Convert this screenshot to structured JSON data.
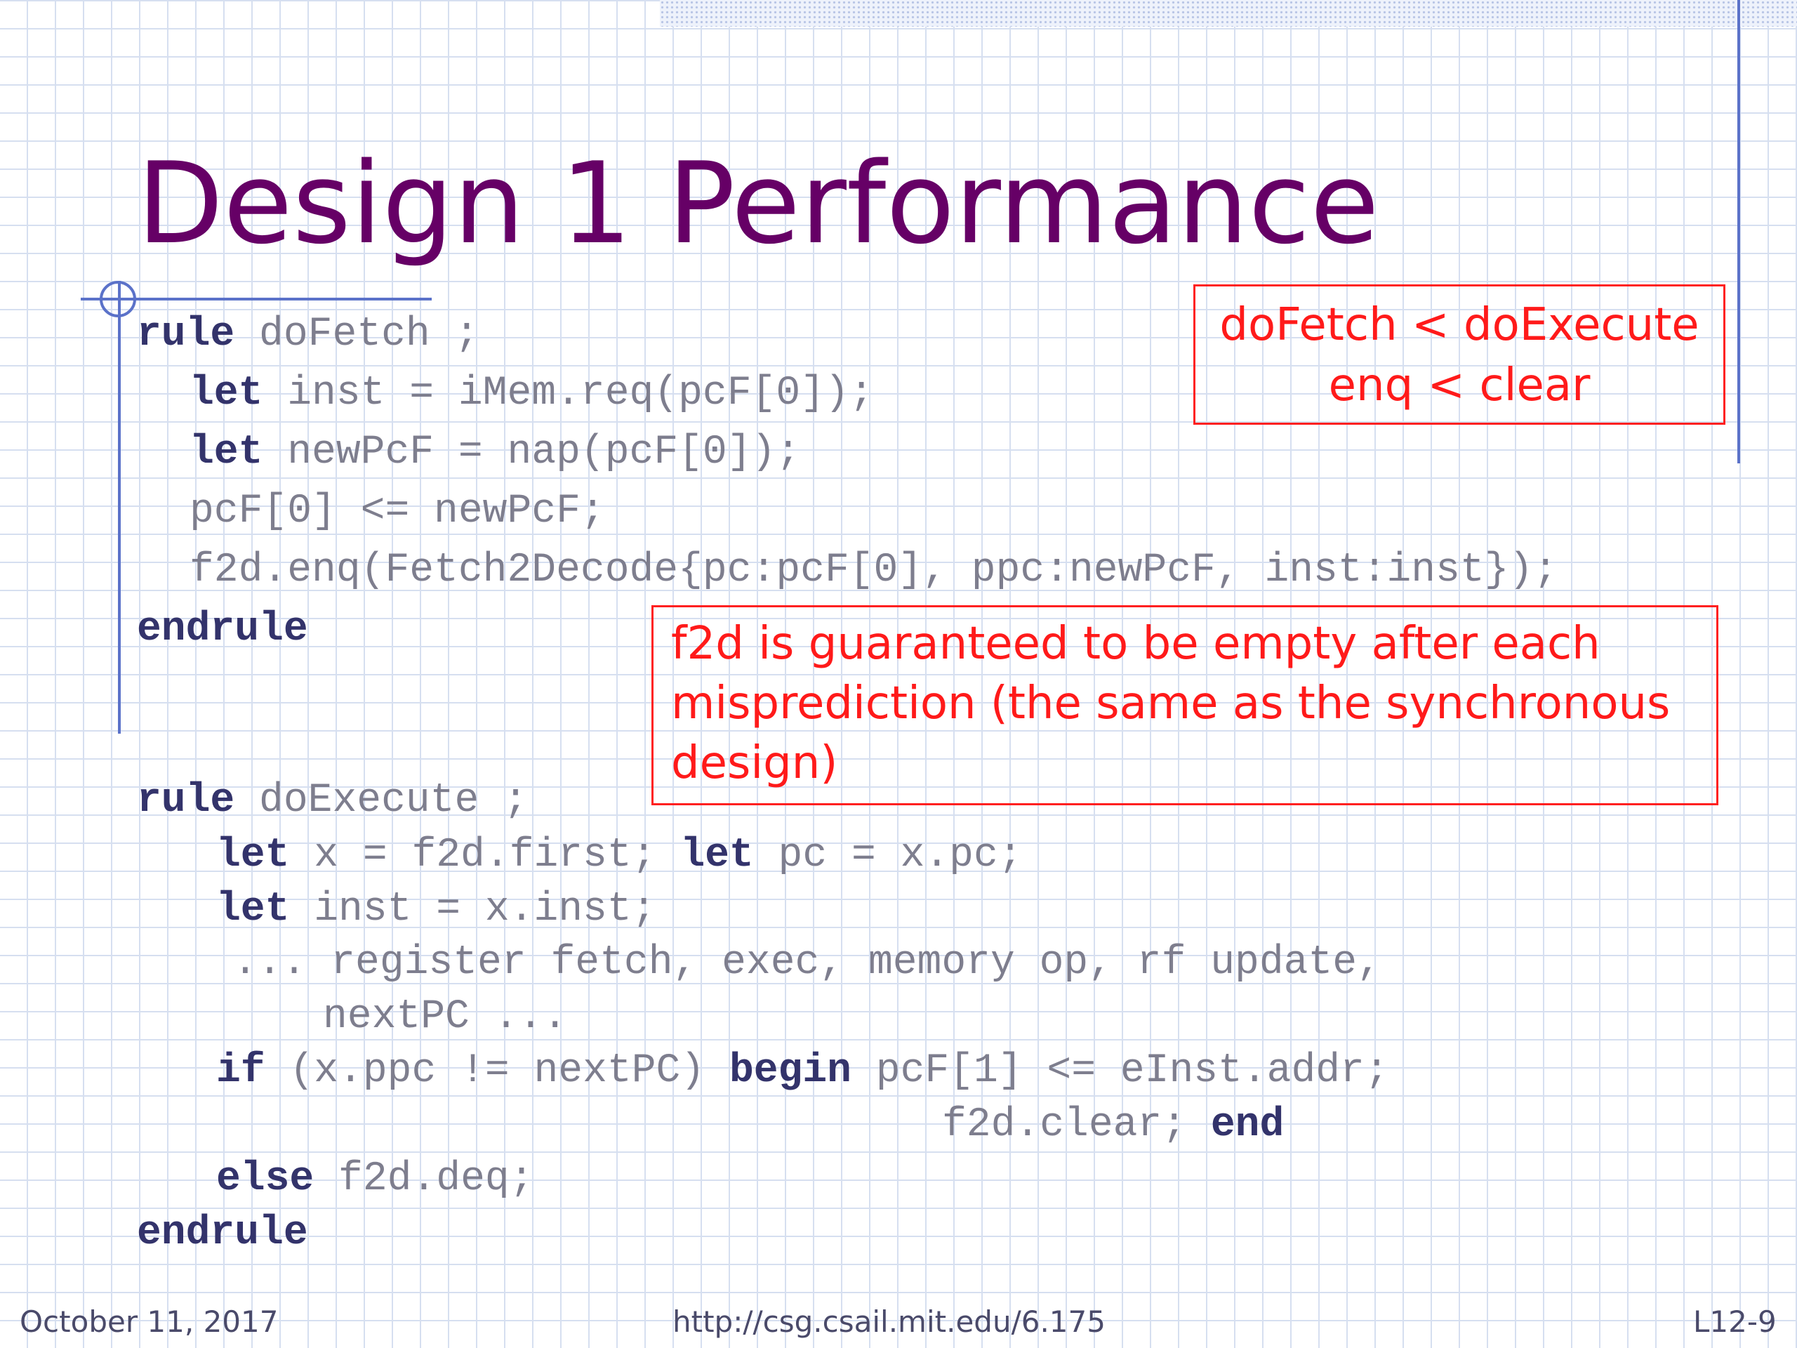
{
  "slide": {
    "title": "Design 1 Performance",
    "fetch_rule": {
      "l1_kw": "rule",
      "l1_rest": " doFetch ;",
      "l2_kw": "let",
      "l2_rest": " inst = iMem.req(pcF[0]);",
      "l3_kw": "let",
      "l3_rest": " newPcF = nap(pcF[0]);",
      "l4": "pcF[0] <= newPcF;",
      "l5": "f2d.enq(Fetch2Decode{pc:pcF[0], ppc:newPcF, inst:inst});",
      "l6_kw": "endrule"
    },
    "execute_rule": {
      "l1_kw": "rule",
      "l1_rest": " doExecute ;",
      "l2_kw1": "let",
      "l2_mid": " x = f2d.first; ",
      "l2_kw2": "let",
      "l2_rest": " pc = x.pc;",
      "l3_kw": "let",
      "l3_rest": " inst = x.inst;",
      "l4": "... register fetch, exec, memory op, rf update,",
      "l5": "nextPC ...",
      "l6_kw1": "if",
      "l6_mid": " (x.ppc != nextPC) ",
      "l6_kw2": "begin",
      "l6_rest": " pcF[1] <= eInst.addr;",
      "l7_text": "f2d.clear; ",
      "l7_kw": "end",
      "l8_kw": "else",
      "l8_rest": " f2d.deq;",
      "l9_kw": "endrule"
    },
    "note_order": {
      "line1": "doFetch < doExecute",
      "line2": "enq < clear"
    },
    "note_empty": {
      "line1": "f2d is guaranteed to be empty after each",
      "line2": "misprediction (the same as the synchronous",
      "line3": "design)"
    },
    "footer": {
      "date": "October 11, 2017",
      "url": "http://csg.csail.mit.edu/6.175",
      "page": "L12-9"
    }
  }
}
